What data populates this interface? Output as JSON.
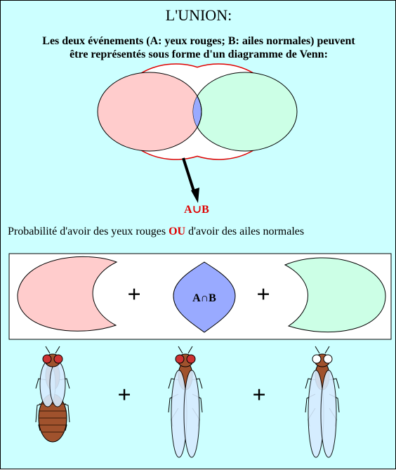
{
  "title": "L'UNION:",
  "subtitle_line1": "Les deux événements (A: yeux rouges; B: ailes normales) peuvent",
  "subtitle_line2": "être représentés sous forme d'un diagramme de Venn:",
  "union_label": "A∪B",
  "probability_text": {
    "before": "Probabilité d'avoir des yeux rouges ",
    "emphasis": "OU",
    "after": " d'avoir des ailes normales"
  },
  "intersection_label": "A∩B",
  "plus_sign": "+",
  "colors": {
    "background": "#ccffff",
    "set_a": "#ffcccc",
    "set_b": "#ccffe6",
    "intersection": "#99aaff",
    "outline_red": "#e00000",
    "emphasis": "#e00000",
    "wing": "#d6ecff",
    "body_brown": "#a0522d",
    "red_eye": "#cc3333"
  },
  "flies": [
    {
      "eyes": "red",
      "wings": "vestigial"
    },
    {
      "eyes": "red",
      "wings": "normal"
    },
    {
      "eyes": "white",
      "wings": "normal"
    }
  ]
}
